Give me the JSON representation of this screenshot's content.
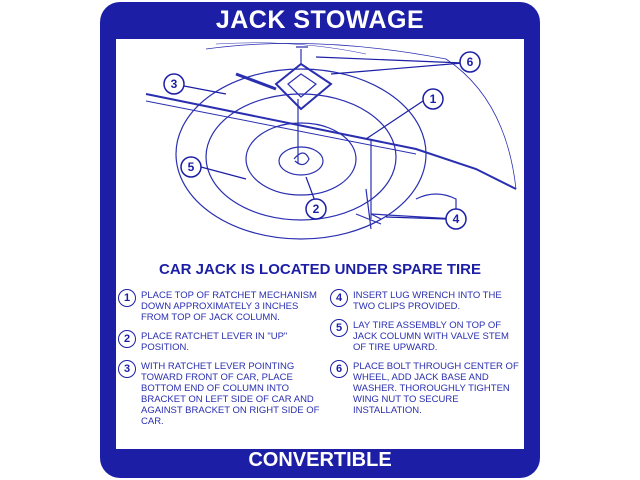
{
  "title": "JACK STOWAGE",
  "footer": "CONVERTIBLE",
  "heading": "CAR JACK IS LOCATED UNDER SPARE TIRE",
  "diagram_callouts": [
    "1",
    "2",
    "3",
    "4",
    "5",
    "6"
  ],
  "steps": [
    {
      "num": "1",
      "text": "PLACE TOP OF RATCHET MECHANISM\nDOWN APPROXIMATELY 3 INCHES\nFROM TOP OF JACK COLUMN."
    },
    {
      "num": "2",
      "text": "PLACE RATCHET LEVER IN \"UP\" POSITION."
    },
    {
      "num": "3",
      "text": "WITH RATCHET LEVER POINTING TOWARD\nFRONT OF CAR, PLACE BOTTOM END OF\nCOLUMN INTO BRACKET ON LEFT SIDE\nOF CAR AND AGAINST BRACKET ON\nRIGHT SIDE OF CAR."
    },
    {
      "num": "4",
      "text": "INSERT LUG WRENCH INTO THE\nTWO CLIPS PROVIDED."
    },
    {
      "num": "5",
      "text": "LAY TIRE ASSEMBLY ON TOP OF\nJACK COLUMN WITH VALVE STEM\nOF TIRE UPWARD."
    },
    {
      "num": "6",
      "text": "PLACE BOLT THROUGH CENTER OF\nWHEEL, ADD JACK BASE AND\nWASHER. THOROUGHLY TIGHTEN\nWING NUT TO SECURE INSTALLATION."
    }
  ],
  "colors": {
    "blue": "#1c1fa6"
  }
}
